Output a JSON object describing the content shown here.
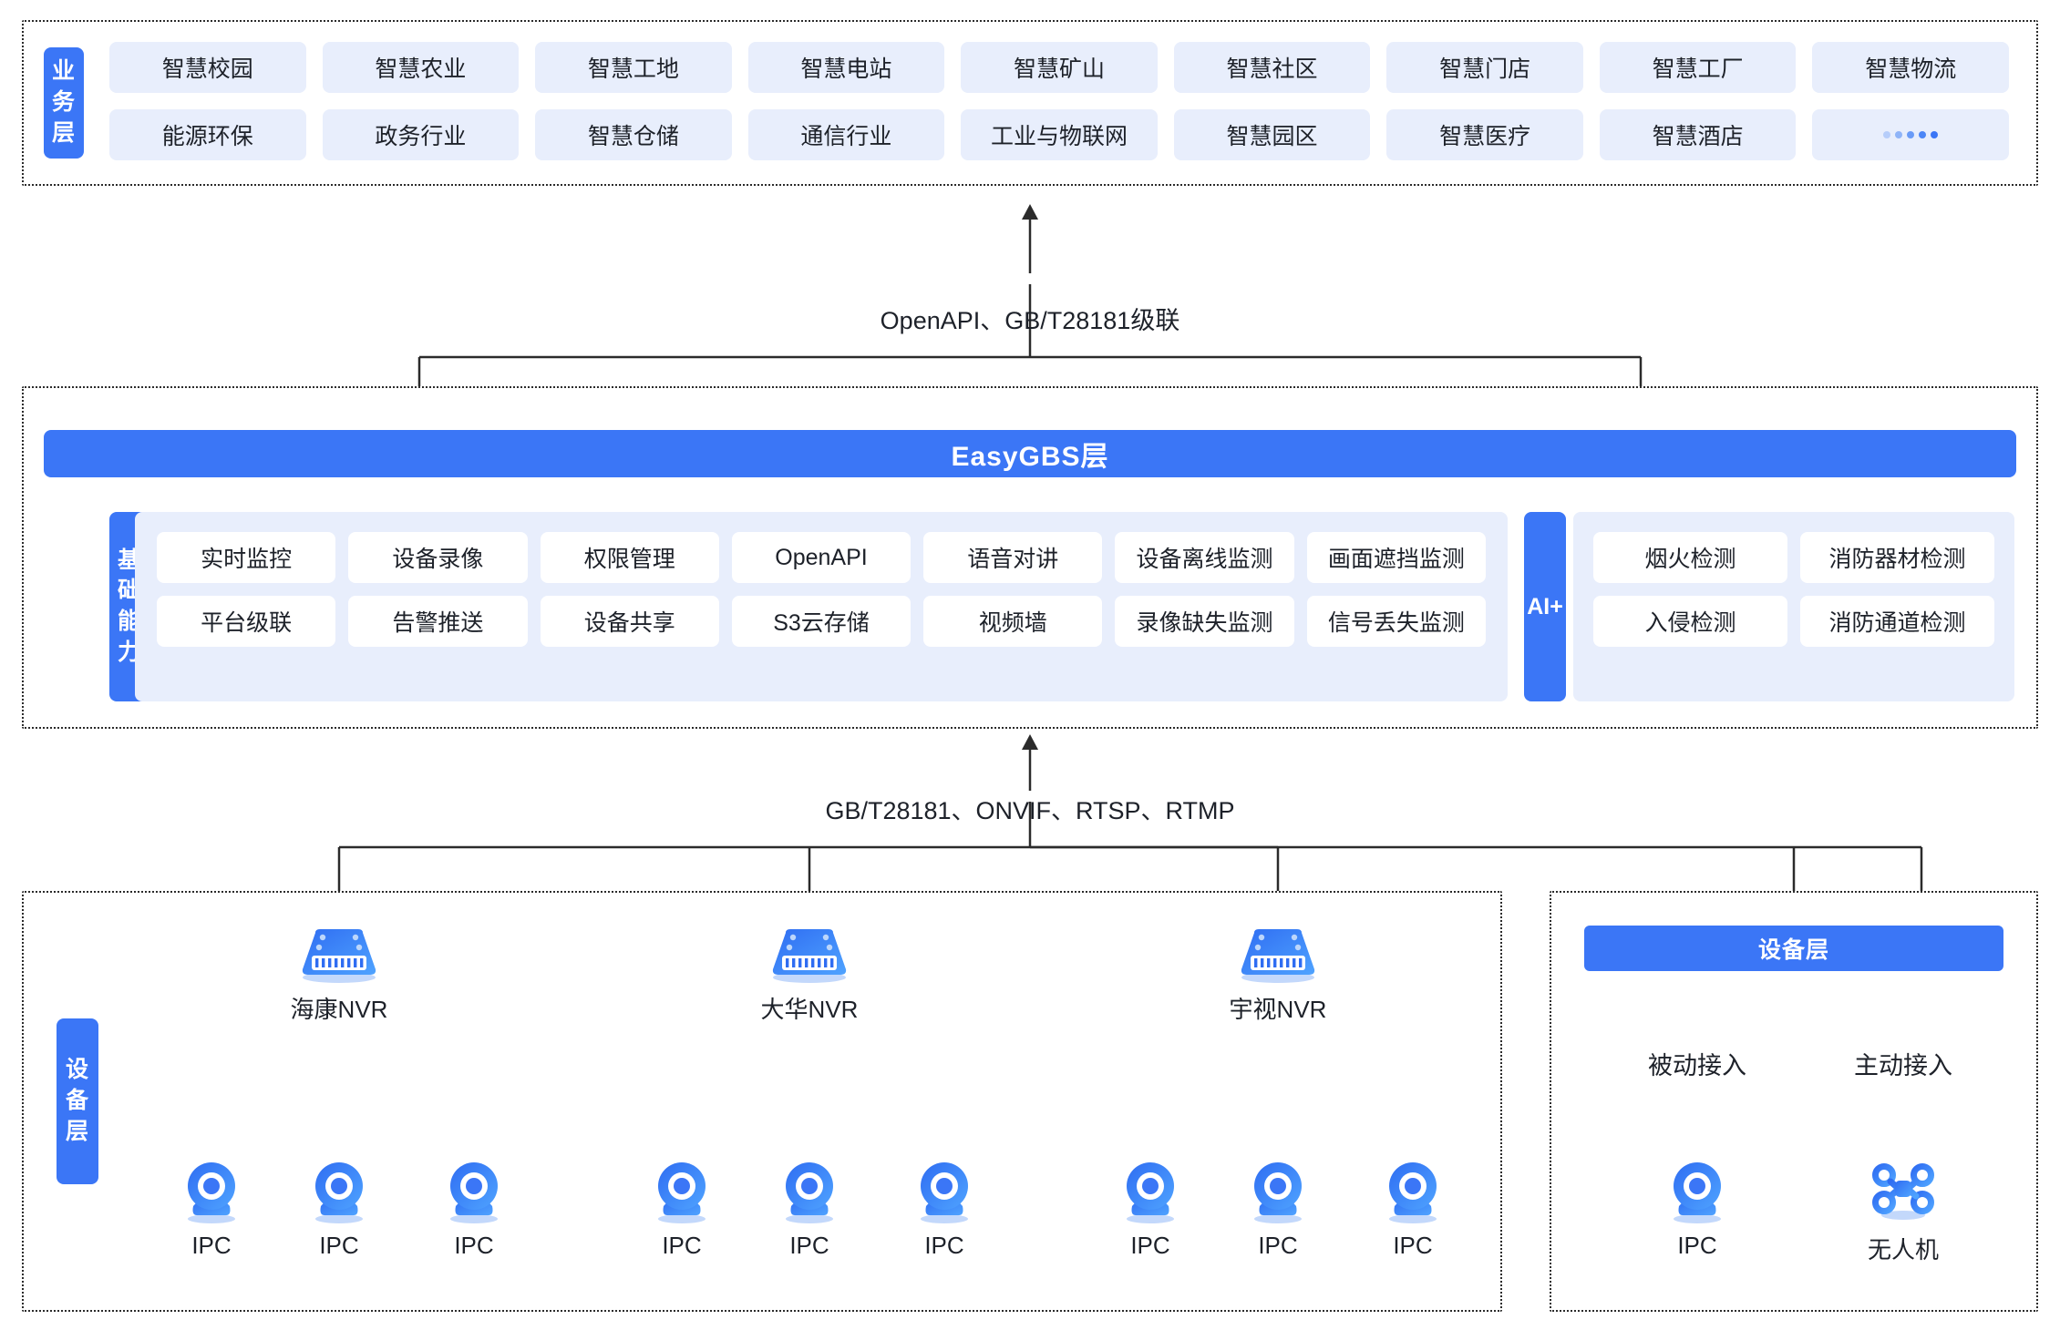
{
  "business_layer": {
    "tab_label": "业务层",
    "tab_chars": [
      "业",
      "务",
      "层"
    ],
    "items": [
      "智慧校园",
      "智慧农业",
      "智慧工地",
      "智慧电站",
      "智慧矿山",
      "智慧社区",
      "智慧门店",
      "智慧工厂",
      "智慧物流",
      "能源环保",
      "政务行业",
      "智慧仓储",
      "通信行业",
      "工业与物联网",
      "智慧园区",
      "智慧医疗",
      "智慧酒店",
      "•••••"
    ]
  },
  "connector_top": {
    "label": "OpenAPI、GB/T28181级联"
  },
  "gbs_layer": {
    "title": "EasyGBS层",
    "base_tab_label": "基础能力",
    "base_tab_chars": [
      "基",
      "础",
      "能",
      "力"
    ],
    "base_items": [
      "实时监控",
      "设备录像",
      "权限管理",
      "OpenAPI",
      "语音对讲",
      "设备离线监测",
      "画面遮挡监测",
      "平台级联",
      "告警推送",
      "设备共享",
      "S3云存储",
      "视频墙",
      "录像缺失监测",
      "信号丢失监测"
    ],
    "ai_tab_label": "AI+",
    "ai_items": [
      "烟火检测",
      "消防器材检测",
      "入侵检测",
      "消防通道检测"
    ]
  },
  "connector_bottom": {
    "label": "GB/T28181、ONVIF、RTSP、RTMP"
  },
  "device_layer_left": {
    "tab_label": "设备层",
    "tab_chars": [
      "设",
      "备",
      "层"
    ],
    "nvr_groups": [
      {
        "nvr_label": "海康NVR",
        "cameras": [
          "IPC",
          "IPC",
          "IPC"
        ]
      },
      {
        "nvr_label": "大华NVR",
        "cameras": [
          "IPC",
          "IPC",
          "IPC"
        ]
      },
      {
        "nvr_label": "宇视NVR",
        "cameras": [
          "IPC",
          "IPC",
          "IPC"
        ]
      }
    ]
  },
  "device_layer_right": {
    "bar_label": "设备层",
    "branches": [
      {
        "mode": "被动接入",
        "device_label": "IPC",
        "icon": "camera-icon"
      },
      {
        "mode": "主动接入",
        "device_label": "无人机",
        "icon": "drone-icon"
      }
    ]
  },
  "colors": {
    "brand_blue": "#3b76f6",
    "chip_bg": "#e8eefc",
    "line": "#2b2b2b",
    "text": "#1d2129"
  }
}
